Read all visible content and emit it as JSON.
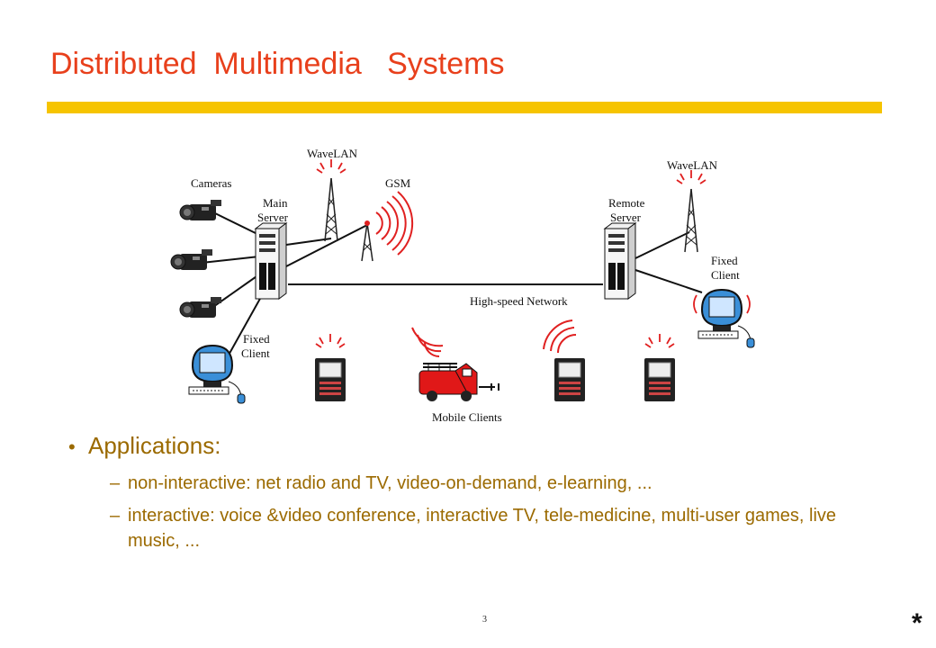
{
  "slide": {
    "title": "Distributed  Multimedia   Systems",
    "page_number": "3",
    "corner_mark": "*"
  },
  "diagram": {
    "labels": {
      "cameras": "Cameras",
      "wavelan_left": "WaveLAN",
      "gsm": "GSM",
      "main_server_1": "Main",
      "main_server_2": "Server",
      "wavelan_right": "WaveLAN",
      "remote_server_1": "Remote",
      "remote_server_2": "Server",
      "fixed_client_right_1": "Fixed",
      "fixed_client_right_2": "Client",
      "high_speed_network": "High-speed Network",
      "fixed_client_left_1": "Fixed",
      "fixed_client_left_2": "Client",
      "mobile_clients": "Mobile Clients"
    },
    "colors": {
      "signal": "#e02020",
      "screen": "#3a8fd8",
      "device": "#222222",
      "truck": "#e01818"
    }
  },
  "content": {
    "bullet_marker": "•",
    "heading": "Applications:",
    "dash": "–",
    "items": [
      "non-interactive: net radio and TV, video-on-demand, e-learning, ...",
      "interactive: voice &video conference, interactive TV, tele-medicine, multi-user games, live music, ..."
    ]
  }
}
